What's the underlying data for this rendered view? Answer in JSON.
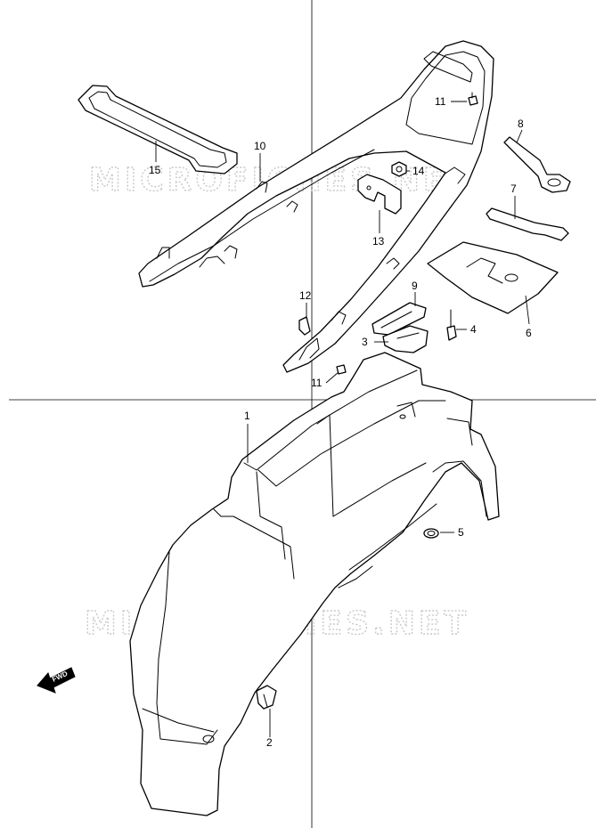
{
  "watermark": {
    "top": "MICROFICHES.NET",
    "bottom": "MICROFICHES.NET"
  },
  "fwd_label": "FWD",
  "callouts": {
    "c1": "1",
    "c2": "2",
    "c3": "3",
    "c4": "4",
    "c5": "5",
    "c6": "6",
    "c7": "7",
    "c8": "8",
    "c9": "9",
    "c10": "10",
    "c11a": "11",
    "c11b": "11",
    "c12": "12",
    "c13": "13",
    "c14": "14",
    "c15": "15"
  }
}
